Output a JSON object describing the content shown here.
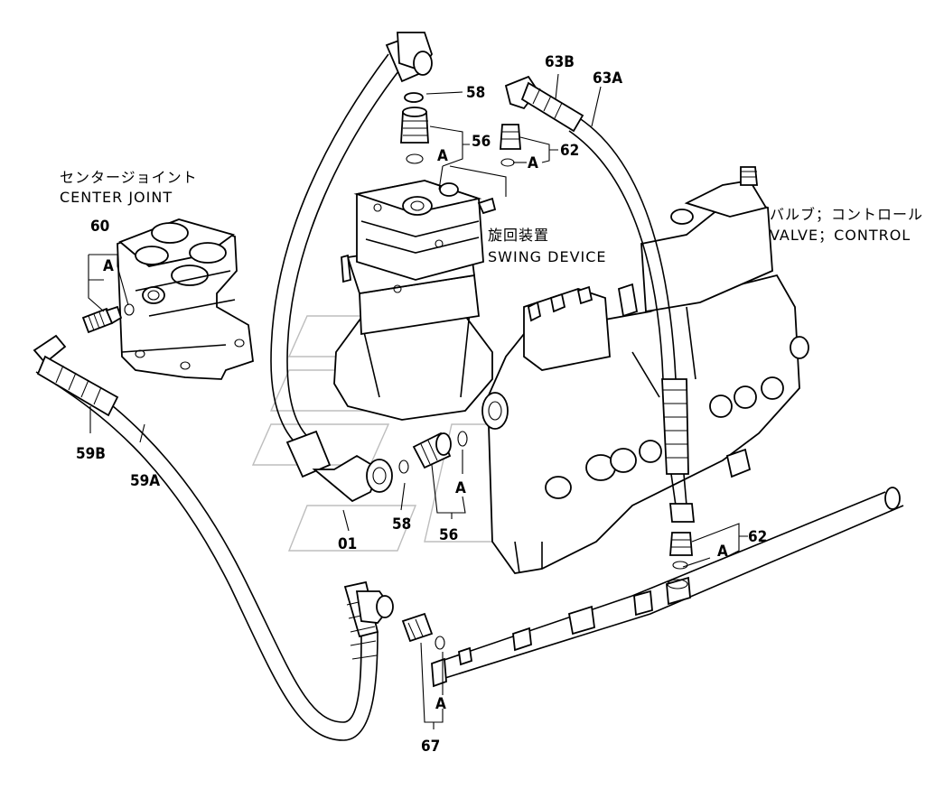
{
  "captions": {
    "center_joint_jp": "センタージョイント",
    "center_joint_en": "CENTER JOINT",
    "swing_device_jp": "旋回装置",
    "swing_device_en": "SWING DEVICE",
    "valve_jp": "バルブ；コントロール",
    "valve_en": "VALVE；CONTROL"
  },
  "part_labels": {
    "p58_top": "58",
    "p56_top": "56",
    "p63b": "63B",
    "p63a": "63A",
    "p62_top": "62",
    "p60": "60",
    "p59b": "59B",
    "p59a": "59A",
    "p01": "01",
    "p58_bottom": "58",
    "p56_bottom": "56",
    "p62_bottom": "62",
    "p67": "67"
  },
  "ref_letters": {
    "a_56_top": "A",
    "a_62_top": "A",
    "a_60": "A",
    "a_56_bottom": "A",
    "a_62_bottom": "A",
    "a_67": "A"
  }
}
